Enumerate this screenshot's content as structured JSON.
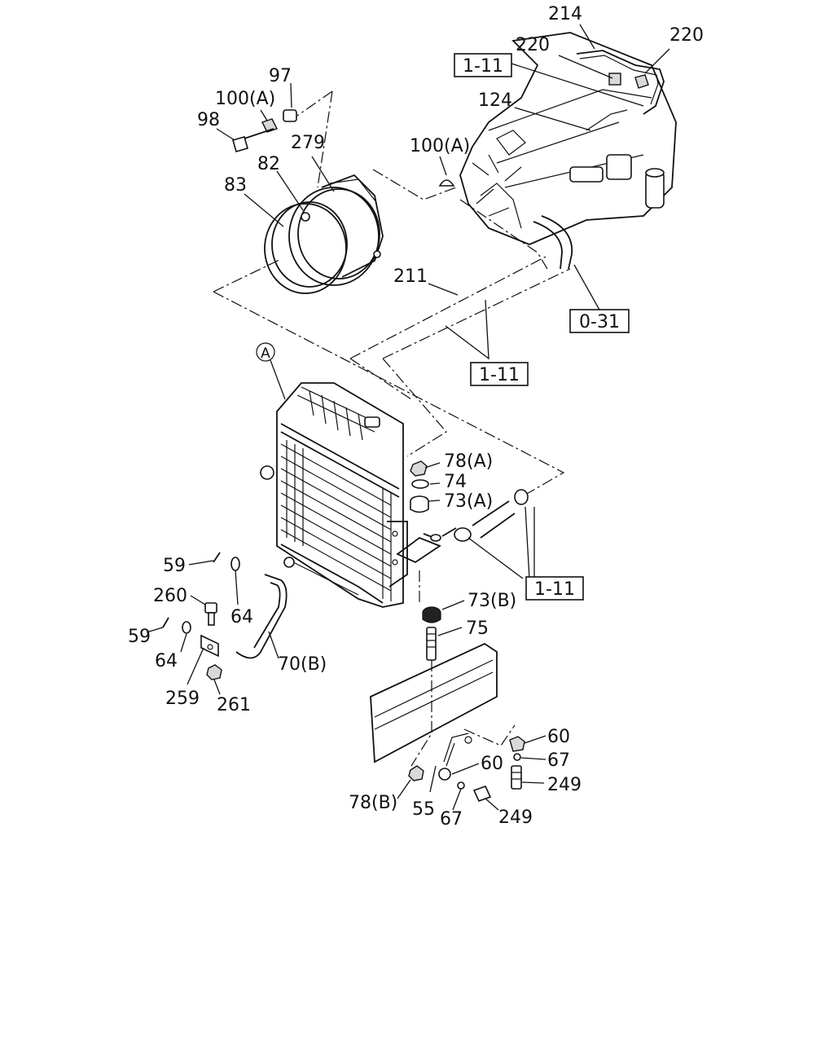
{
  "labels": {
    "l214": "214",
    "l220a": "220",
    "l220b": "220",
    "l97": "97",
    "l100a_top": "100(A)",
    "l98": "98",
    "l124": "124",
    "l279": "279",
    "l82": "82",
    "l100a_mid": "100(A)",
    "l83": "83",
    "l211": "211",
    "lA": "A",
    "l78a": "78(A)",
    "l74": "74",
    "l73a": "73(A)",
    "l59a": "59",
    "l260": "260",
    "l64a": "64",
    "l73b": "73(B)",
    "l59b": "59",
    "l75": "75",
    "l64b": "64",
    "l70b": "70(B)",
    "l259": "259",
    "l261": "261",
    "l60a": "60",
    "l67a": "67",
    "l60b": "60",
    "l249a": "249",
    "l78b": "78(B)",
    "l55": "55",
    "l67b": "67",
    "l249b": "249"
  },
  "refs": {
    "r111_top": "1-11",
    "r031": "0-31",
    "r111_mid": "1-11",
    "r111_low": "1-11"
  },
  "colors": {
    "ink": "#111111",
    "paper": "#ffffff"
  }
}
